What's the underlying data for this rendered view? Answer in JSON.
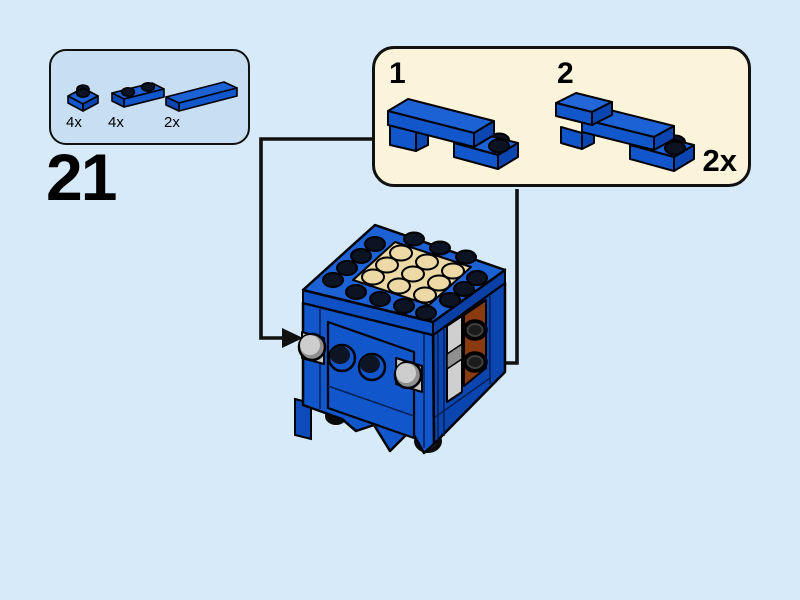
{
  "title": "LEGO building instructions page",
  "step": {
    "number": "21"
  },
  "parts_panel": {
    "parts": [
      {
        "id": "plate-1x1",
        "count": "4x"
      },
      {
        "id": "plate-1x2",
        "count": "4x"
      },
      {
        "id": "tile-1x4",
        "count": "2x"
      }
    ]
  },
  "subassembly_panel": {
    "step_labels": [
      "1",
      "2"
    ],
    "quantity": "2x"
  },
  "colors": {
    "background": "#d7eaf9",
    "parts_panel_fill": "#c8def3",
    "subassembly_panel_fill": "#fcf4da",
    "brick_blue_top": "#1d62d5",
    "brick_blue_front": "#1156cb",
    "brick_blue_side": "#0b45af",
    "plate_tan": "#ecd9a6",
    "accent_gray": "#cbcbcb",
    "accent_brown": "#8a3a10",
    "stud_dark": "#0c1322",
    "outline": "#000000"
  }
}
